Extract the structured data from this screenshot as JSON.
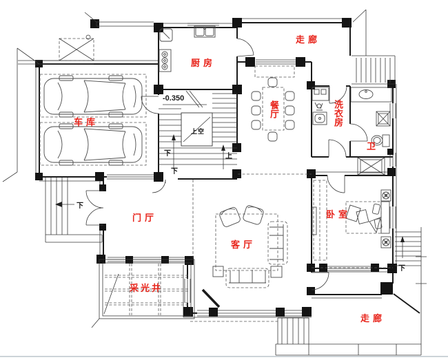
{
  "meta": {
    "type": "architectural floor plan, first floor"
  },
  "colors": {
    "label_red": "#e8251c",
    "line": "#1b1b1b",
    "background": "#ffffff",
    "baseline_gray": "#ccd3d8"
  },
  "rooms": {
    "garage": {
      "label": "车库"
    },
    "kitchen": {
      "label": "厨房"
    },
    "corridor_top": {
      "label": "走廊"
    },
    "dining": {
      "label": "餐厅"
    },
    "laundry": {
      "label": "洗衣房"
    },
    "wc": {
      "label": "卫"
    },
    "foyer": {
      "label": "门厅"
    },
    "living": {
      "label": "客厅"
    },
    "bedroom": {
      "label": "卧室"
    },
    "lightwell": {
      "label": "采光井"
    },
    "corridor_bottom": {
      "label": "走廊"
    }
  },
  "annotations": {
    "elevation": "-0.350",
    "void_above": "上空",
    "down": "下",
    "up": "上"
  }
}
